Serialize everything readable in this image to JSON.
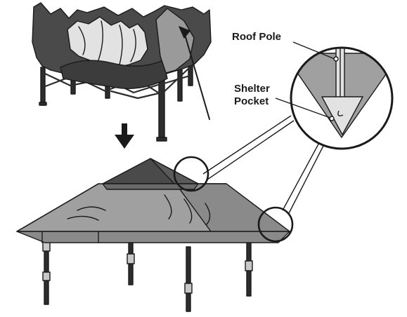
{
  "callouts": {
    "roof_pole": "Roof Pole",
    "shelter_pocket_line1": "Shelter",
    "shelter_pocket_line2": "Pocket"
  },
  "colors": {
    "outline": "#1a1a1a",
    "dark_fabric": "#4a4a4a",
    "mid_fabric": "#9a9a9a",
    "light_fabric": "#e2e2e2",
    "frame": "#2d2d2d"
  },
  "icons": {
    "step_arrow": "down-arrow-icon"
  }
}
